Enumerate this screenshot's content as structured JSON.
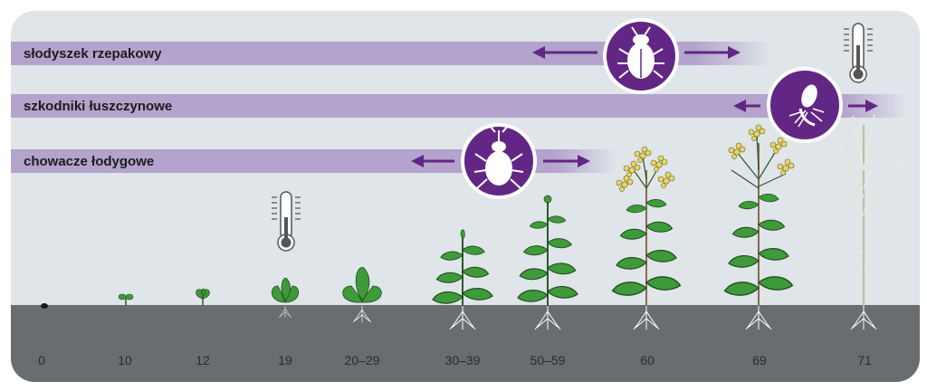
{
  "pests": [
    {
      "label": "słodyszek rzepakowy",
      "icon": "pollen-beetle-icon"
    },
    {
      "label": "szkodniki łuszczynowe",
      "icon": "gall-midge-icon"
    },
    {
      "label": "chowacze łodygowe",
      "icon": "stem-weevil-icon"
    }
  ],
  "stages": [
    "0",
    "10",
    "12",
    "19",
    "20–29",
    "30–39",
    "50–59",
    "60",
    "69",
    "71"
  ],
  "colors": {
    "band": "#b4a3cc",
    "accent": "#622784",
    "ground": "#6a6d70",
    "background": "#dfe5e9",
    "leaf": "#3f9a3a",
    "flower": "#e6d66a"
  },
  "icons": {
    "thermometers": [
      "thermometer-icon",
      "thermometer-icon"
    ],
    "arrows": [
      "arrow-left-icon",
      "arrow-right-icon"
    ]
  }
}
